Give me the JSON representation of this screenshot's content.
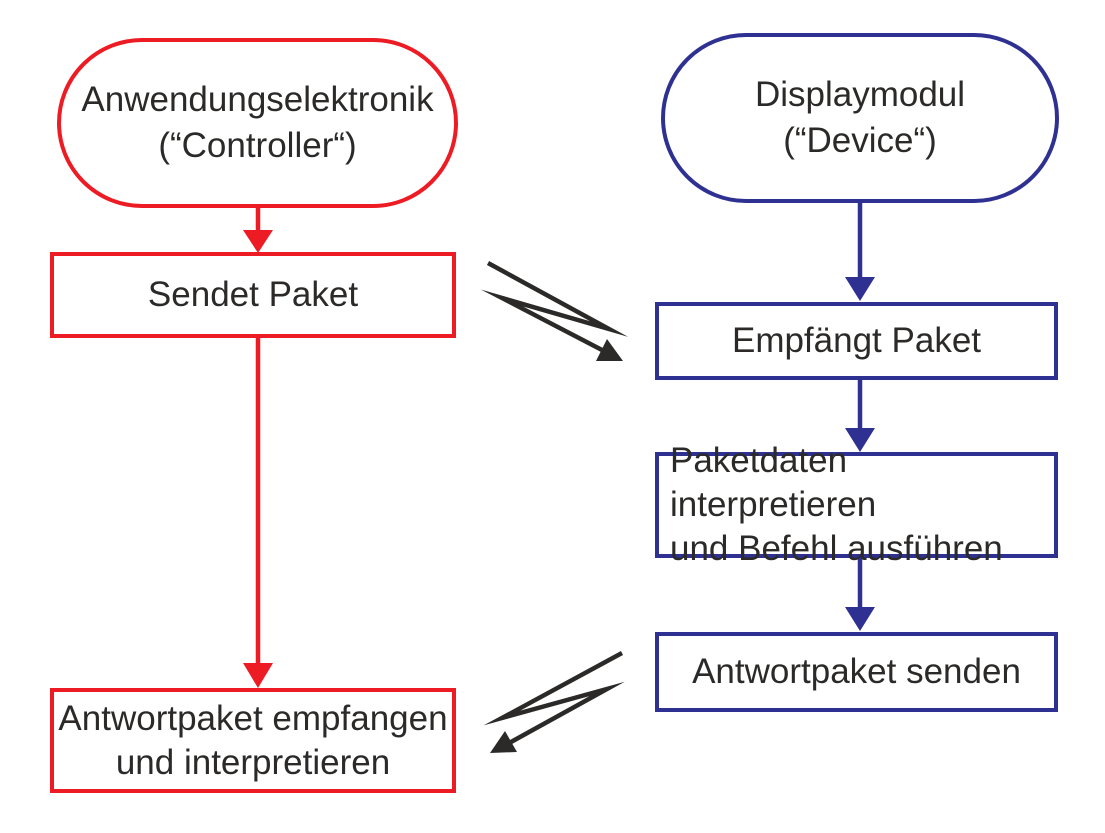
{
  "colors": {
    "controller": "#ED1C24",
    "device": "#2E3192",
    "link": "#2B2A29",
    "text": "#2B2A29",
    "background": "#FFFFFF"
  },
  "lanes": {
    "controller": {
      "terminal": {
        "line1": "Anwendungselektronik",
        "line2": "(“Controller“)"
      },
      "steps": {
        "send": "Sendet Paket",
        "receive": {
          "line1": "Antwortpaket empfangen",
          "line2": "und interpretieren"
        }
      }
    },
    "device": {
      "terminal": {
        "line1": "Displaymodul",
        "line2": "(“Device“)"
      },
      "steps": {
        "receive": "Empfängt Paket",
        "interpret": {
          "line1": "Paketdaten interpretieren",
          "line2": "und Befehl ausführen"
        },
        "send": "Antwortpaket senden"
      }
    }
  }
}
